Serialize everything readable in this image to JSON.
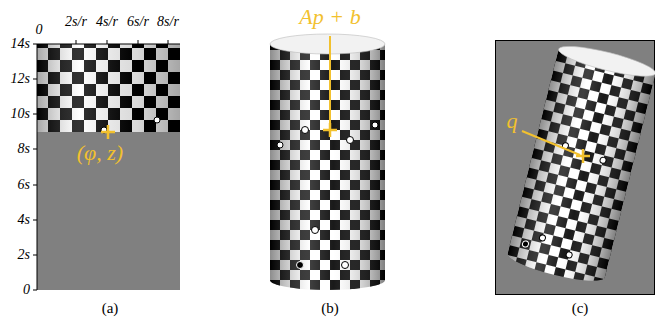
{
  "diagram": {
    "labels": [
      "0",
      "2s/r",
      "4s/r",
      "6s/r",
      "8s/r",
      "14s",
      "12s",
      "10s",
      "8s",
      "6s",
      "4s",
      "2s",
      "0",
      "(φ, z)",
      "Ap + b",
      "q",
      "(a)",
      "(b)",
      "(c)"
    ]
  }
}
